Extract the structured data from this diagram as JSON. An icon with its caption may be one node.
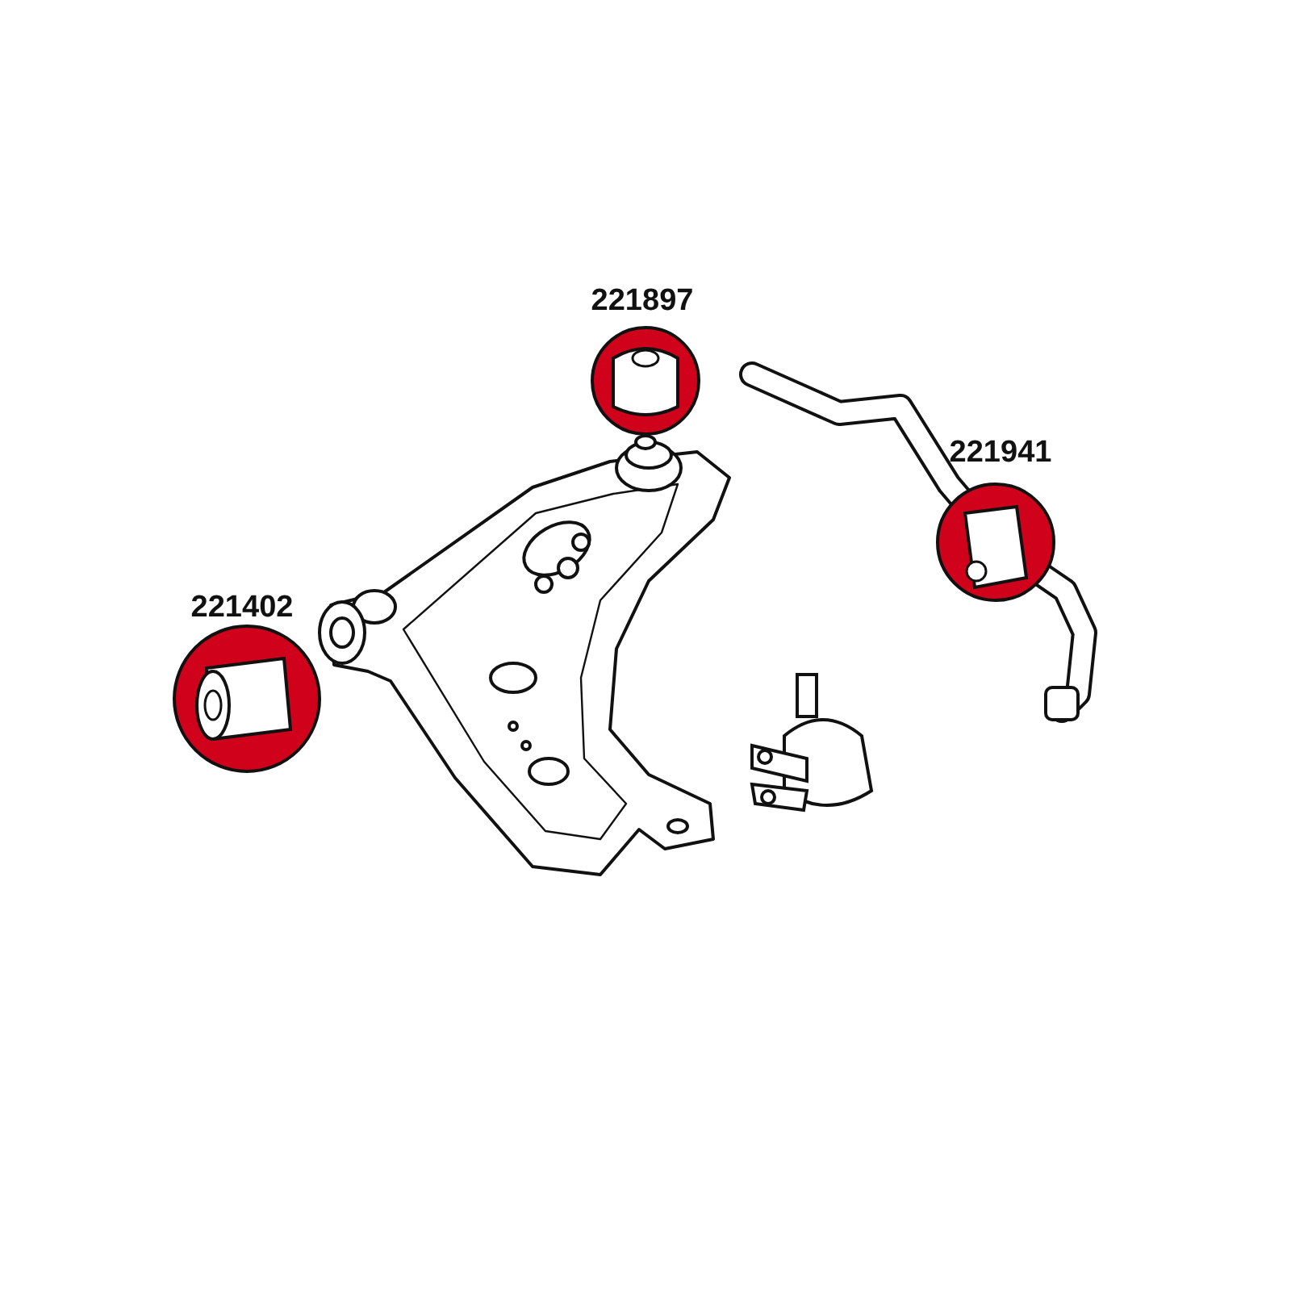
{
  "diagram": {
    "labels": [
      "221897",
      "221941",
      "221402"
    ]
  }
}
